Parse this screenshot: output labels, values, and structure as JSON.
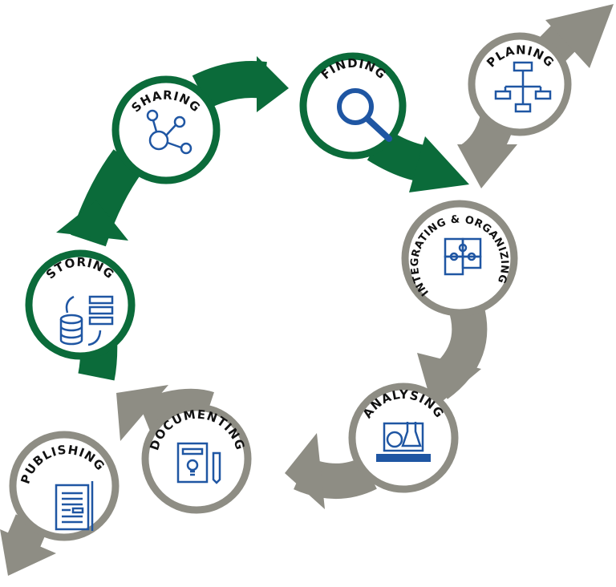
{
  "colors": {
    "green": "#0b6b3a",
    "grey": "#8e8d84",
    "icon_blue": "#1f56a3"
  },
  "stages": {
    "planing": {
      "label": "PLANING",
      "icon": "org-chart-icon"
    },
    "finding": {
      "label": "FINDING",
      "icon": "magnifier-icon"
    },
    "sharing": {
      "label": "SHARING",
      "icon": "share-icon"
    },
    "storing": {
      "label": "STORING",
      "icon": "database-icon"
    },
    "integrating": {
      "label": "INTEGRATING & ORGANIZING",
      "icon": "puzzle-icon"
    },
    "analysing": {
      "label": "ANALYSING",
      "icon": "lab-laptop-icon"
    },
    "documenting": {
      "label": "DOCUMENTING",
      "icon": "notepad-pencil-icon"
    },
    "publishing": {
      "label": "PUBLISHING",
      "icon": "document-icon"
    }
  }
}
